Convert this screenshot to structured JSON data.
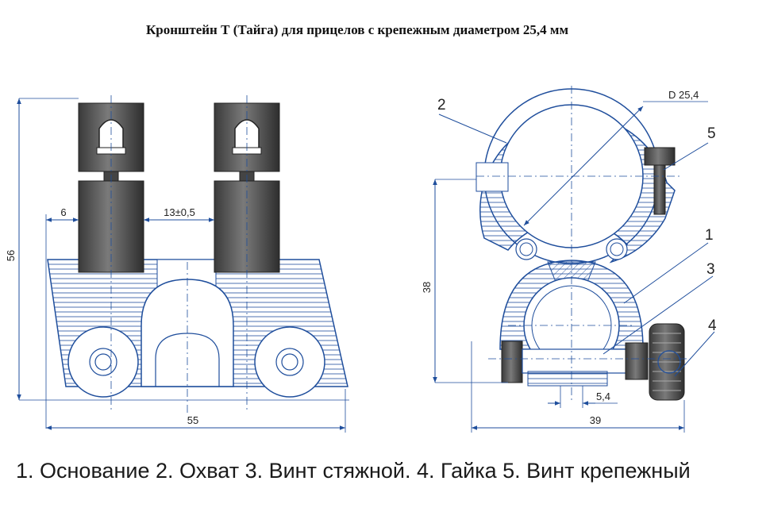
{
  "title": "Кронштейн Т (Тайга) для прицелов с крепежным диаметром 25,4 мм",
  "front_view": {
    "dim_width": "55",
    "dim_height": "56",
    "dim_offset": "6",
    "dim_gap": "13±0,5"
  },
  "side_view": {
    "dim_diameter": "D 25,4",
    "dim_height": "38",
    "dim_width": "39",
    "dim_small": "5,4",
    "callouts": [
      "2",
      "5",
      "1",
      "3",
      "4"
    ]
  },
  "legend": "1. Основание  2. Охват  3. Винт стяжной. 4. Гайка  5. Винт крепежный",
  "colors": {
    "line": "#1f4e9c",
    "outline": "#222222",
    "part": "#555555"
  }
}
